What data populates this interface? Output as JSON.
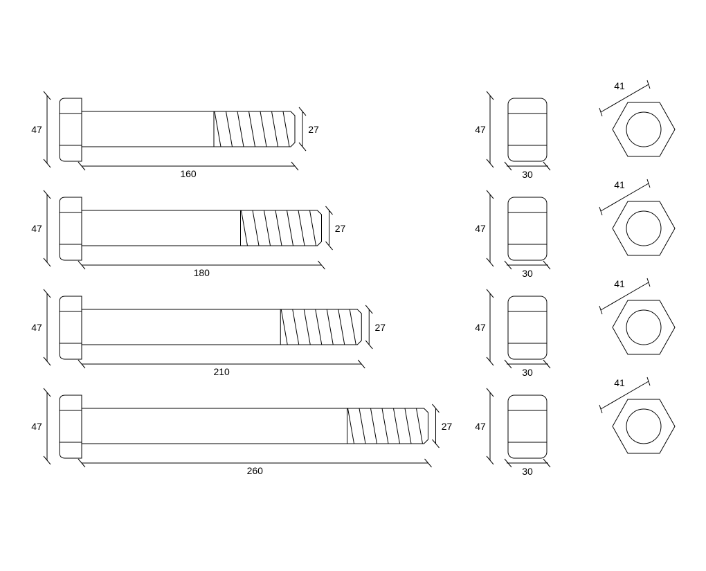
{
  "drawing": {
    "rows": [
      {
        "head_height": "47",
        "bolt_length": "160",
        "thread_diameter": "27",
        "nut_height": "47",
        "nut_width": "30",
        "hex_across_flats": "41",
        "length_value": 160
      },
      {
        "head_height": "47",
        "bolt_length": "180",
        "thread_diameter": "27",
        "nut_height": "47",
        "nut_width": "30",
        "hex_across_flats": "41",
        "length_value": 180
      },
      {
        "head_height": "47",
        "bolt_length": "210",
        "thread_diameter": "27",
        "nut_height": "47",
        "nut_width": "30",
        "hex_across_flats": "41",
        "length_value": 210
      },
      {
        "head_height": "47",
        "bolt_length": "260",
        "thread_diameter": "27",
        "nut_height": "47",
        "nut_width": "30",
        "hex_across_flats": "41",
        "length_value": 260
      }
    ]
  }
}
